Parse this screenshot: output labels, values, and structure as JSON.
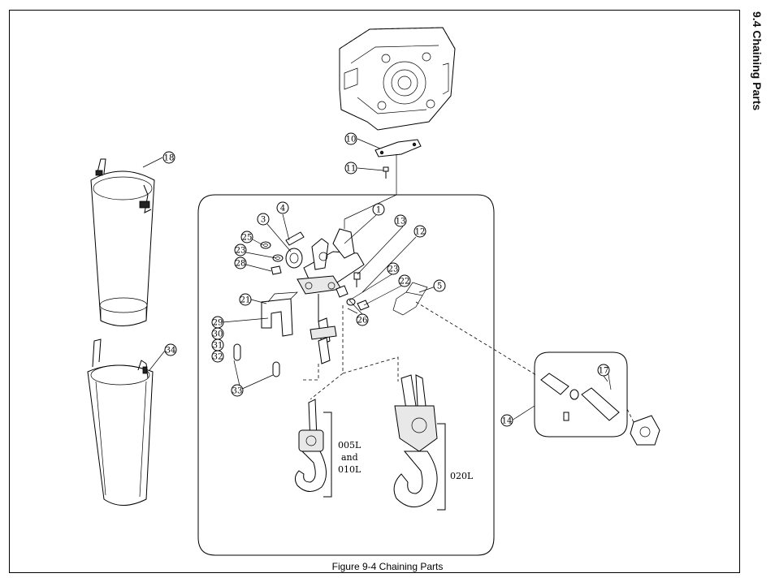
{
  "section_title": "9.4  Chaining Parts",
  "figure_caption": "Figure 9-4  Chaining Parts",
  "callouts": [
    "1",
    "3",
    "4",
    "5",
    "10",
    "11",
    "12",
    "13",
    "14",
    "17",
    "18",
    "21",
    "22",
    "23",
    "23",
    "25",
    "26",
    "28",
    "29",
    "30",
    "31",
    "32",
    "33",
    "34"
  ],
  "labels": {
    "group_small": "005L\nand\n010L",
    "group_small_lines": [
      "005L",
      "and",
      "010L"
    ],
    "group_large": "020L"
  }
}
